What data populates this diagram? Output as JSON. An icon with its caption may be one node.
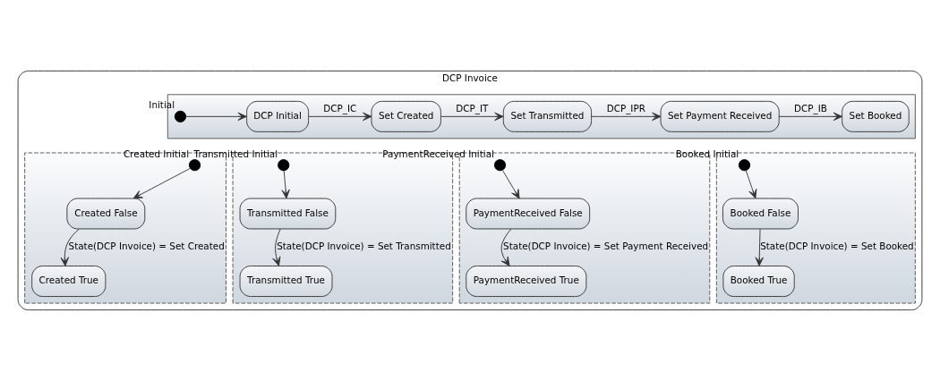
{
  "diagram": {
    "nodes": [
      {
        "text": [
          "DCP Invoice"
        ]
      },
      {
        "text": [],
        "shape": "box",
        "in": 0
      },
      {
        "text": [],
        "shape": "circle",
        "beside": [
          "Initial"
        ],
        "in": 1
      },
      {
        "text": [
          "DCP Initial"
        ],
        "in": 1
      },
      {
        "text": [
          "Set Created"
        ],
        "in": 1
      },
      {
        "text": [
          "Set Transmitted"
        ],
        "in": 1
      },
      {
        "text": [
          "Set Payment Received"
        ],
        "in": 1
      },
      {
        "text": [
          "Set Booked"
        ],
        "in": 1
      },
      {
        "text": [],
        "shape": "box",
        "in": 0
      },
      {
        "text": [],
        "shape": "circle",
        "beside": [
          "Created Initial"
        ],
        "in": 8
      },
      {
        "text": [
          "Created False"
        ],
        "in": 8
      },
      {
        "text": [
          "Created True"
        ],
        "in": 8
      },
      {
        "text": [],
        "shape": "box",
        "in": 0
      },
      {
        "text": [],
        "shape": "circle",
        "beside": [
          "Transmitted Initial"
        ],
        "in": 12
      },
      {
        "text": [
          "Transmitted False"
        ],
        "in": 12
      },
      {
        "text": [
          "Transmitted True"
        ],
        "in": 12
      },
      {
        "text": [],
        "shape": "box",
        "in": 0
      },
      {
        "text": [],
        "shape": "circle",
        "beside": [
          "PaymentReceived Initial"
        ],
        "in": 16
      },
      {
        "text": [
          "PaymentReceived False"
        ],
        "in": 16
      },
      {
        "text": [
          "PaymentReceived True"
        ],
        "in": 16
      },
      {
        "text": [],
        "shape": "box",
        "in": 0
      },
      {
        "text": [],
        "shape": "circle",
        "beside": [
          "Booked Initial"
        ],
        "in": 20
      },
      {
        "text": [
          "Booked False"
        ],
        "in": 20
      },
      {
        "text": [
          "Booked True"
        ],
        "in": 20
      }
    ],
    "edges": [
      {
        "from": 2,
        "to": 3,
        "arrow": "to"
      },
      {
        "from": 3,
        "to": 4,
        "arrow": "to",
        "label": "DCP_IC"
      },
      {
        "from": 4,
        "to": 5,
        "arrow": "to",
        "label": "DCP_IT"
      },
      {
        "from": 5,
        "to": 6,
        "arrow": "to",
        "label": "DCP_IPR"
      },
      {
        "from": 6,
        "to": 7,
        "arrow": "to",
        "label": "DCP_IB"
      },
      {
        "from": 9,
        "to": 10,
        "arrow": "to"
      },
      {
        "from": 10,
        "to": 11,
        "arrow": "to",
        "label": "State(DCP Invoice) = Set Created"
      },
      {
        "from": 13,
        "to": 14,
        "arrow": "to"
      },
      {
        "from": 14,
        "to": 15,
        "arrow": "to",
        "label": "State(DCP Invoice) = Set Transmitted"
      },
      {
        "from": 17,
        "to": 18,
        "arrow": "to"
      },
      {
        "from": 18,
        "to": 19,
        "arrow": "to",
        "label": "State(DCP Invoice) = Set Payment Received"
      },
      {
        "from": 21,
        "to": 22,
        "arrow": "to"
      },
      {
        "from": 22,
        "to": 23,
        "arrow": "to",
        "label": "State(DCP Invoice) = Set Booked"
      }
    ]
  }
}
